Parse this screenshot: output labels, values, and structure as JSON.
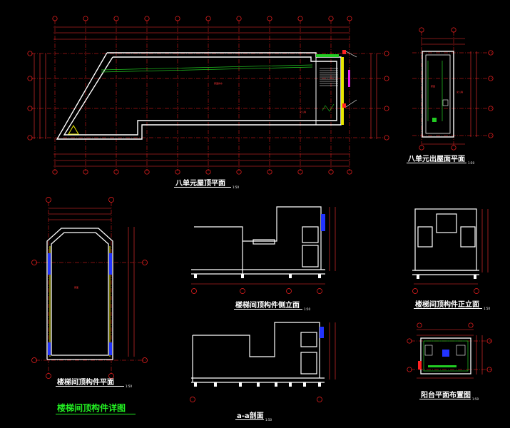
{
  "colors": {
    "background": "#000000",
    "wall": "#ffffff",
    "axis": "#ff2222",
    "dimension": "#ff3333",
    "guide": "#22cc22",
    "cyan": "#22cccc",
    "yellow": "#e8e800",
    "blue": "#2233ff",
    "magenta": "#ee22ee",
    "title_green": "#22ee22"
  },
  "drawings": {
    "roof_plan": {
      "title": "八单元屋顶平面",
      "scale": "1:50"
    },
    "exit_roof_plan": {
      "title": "八单元出屋面平面",
      "scale": "1:50"
    },
    "stair_roof_plan": {
      "title": "楼梯间顶构件平面",
      "scale": "1:50"
    },
    "stair_side_elevation": {
      "title": "楼梯间顶构件侧立面",
      "scale": "1:50"
    },
    "stair_front_elevation": {
      "title": "楼梯间顶构件正立面",
      "scale": "1:50"
    },
    "section_aa": {
      "title": "a-a剖面",
      "scale": "1:50"
    },
    "balcony_plan": {
      "title": "阳台平面布置图",
      "scale": "1:50"
    }
  },
  "sheet_title": "楼梯间顶构件详图"
}
